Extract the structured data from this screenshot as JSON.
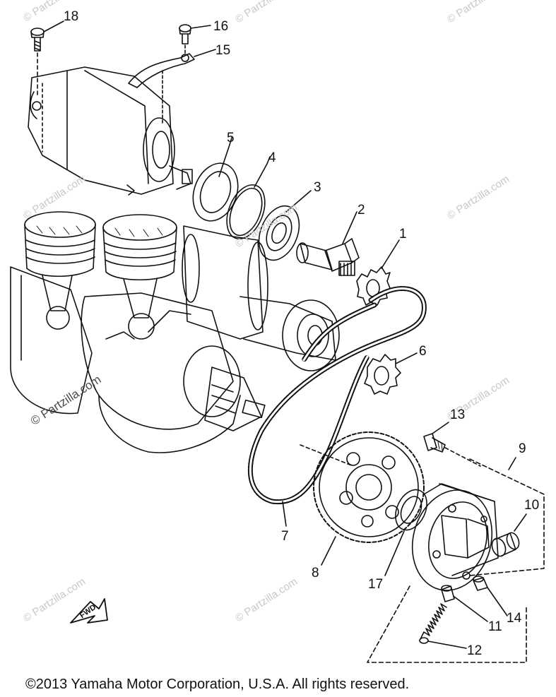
{
  "callouts": [
    {
      "id": "18",
      "text": "18"
    },
    {
      "id": "16",
      "text": "16"
    },
    {
      "id": "15",
      "text": "15"
    },
    {
      "id": "5",
      "text": "5"
    },
    {
      "id": "4",
      "text": "4"
    },
    {
      "id": "3",
      "text": "3"
    },
    {
      "id": "2",
      "text": "2"
    },
    {
      "id": "1",
      "text": "1"
    },
    {
      "id": "6",
      "text": "6"
    },
    {
      "id": "13",
      "text": "13"
    },
    {
      "id": "9",
      "text": "9"
    },
    {
      "id": "10",
      "text": "10"
    },
    {
      "id": "7",
      "text": "7"
    },
    {
      "id": "8",
      "text": "8"
    },
    {
      "id": "17",
      "text": "17"
    },
    {
      "id": "11",
      "text": "11"
    },
    {
      "id": "14",
      "text": "14"
    },
    {
      "id": "12",
      "text": "12"
    }
  ],
  "fwd_label": "FWD",
  "watermark_text": "© Partzilla.com",
  "copyright": "©2013 Yamaha Motor Corporation, U.S.A. All rights reserved.",
  "colors": {
    "line": "#111111",
    "watermark": "#c8c8c8"
  }
}
